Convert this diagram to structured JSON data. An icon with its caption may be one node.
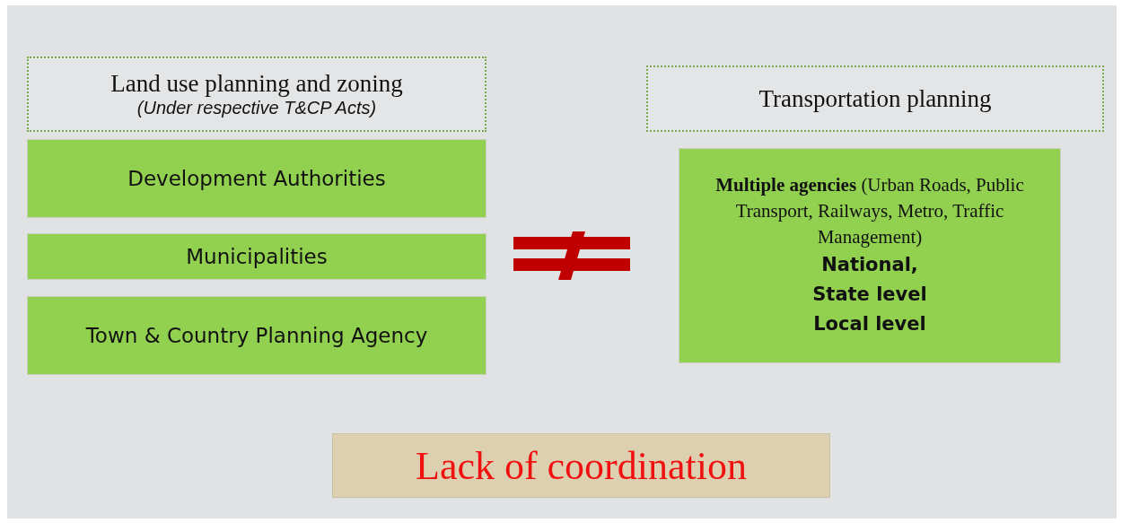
{
  "diagram": {
    "nodes": [
      {
        "text": [
          "Land use planning and zoning",
          "(Under respective T&CP Acts)"
        ]
      },
      {
        "text": [
          "Development Authorities"
        ]
      },
      {
        "text": [
          "Municipalities"
        ]
      },
      {
        "text": [
          "Town & Country Planning Agency"
        ]
      },
      {
        "text": [
          "Transportation planning"
        ]
      },
      {
        "text": [
          "**Multiple agencies** (Urban Roads, Public Transport, Railways, Metro, Traffic Management)",
          "National,",
          "State level",
          "Local level"
        ]
      },
      {
        "text": [
          "Lack of coordination"
        ]
      }
    ]
  }
}
